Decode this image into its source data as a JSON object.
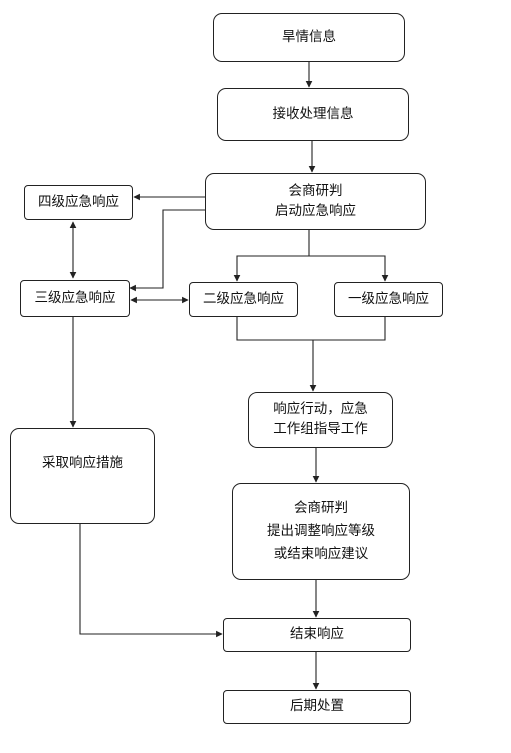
{
  "nodes": {
    "drought_info": "旱情信息",
    "receive_process": "接收处理信息",
    "consult_start": [
      "会商研判",
      "启动应急响应"
    ],
    "level4": "四级应急响应",
    "level3": "三级应急响应",
    "level2": "二级应急响应",
    "level1": "一级应急响应",
    "response_action": [
      "响应行动，应急",
      "工作组指导工作"
    ],
    "take_measures": "采取响应措施",
    "consult_adjust": [
      "会商研判",
      "提出调整响应等级",
      "或结束响应建议"
    ],
    "end_response": "结束响应",
    "aftermath": "后期处置"
  }
}
